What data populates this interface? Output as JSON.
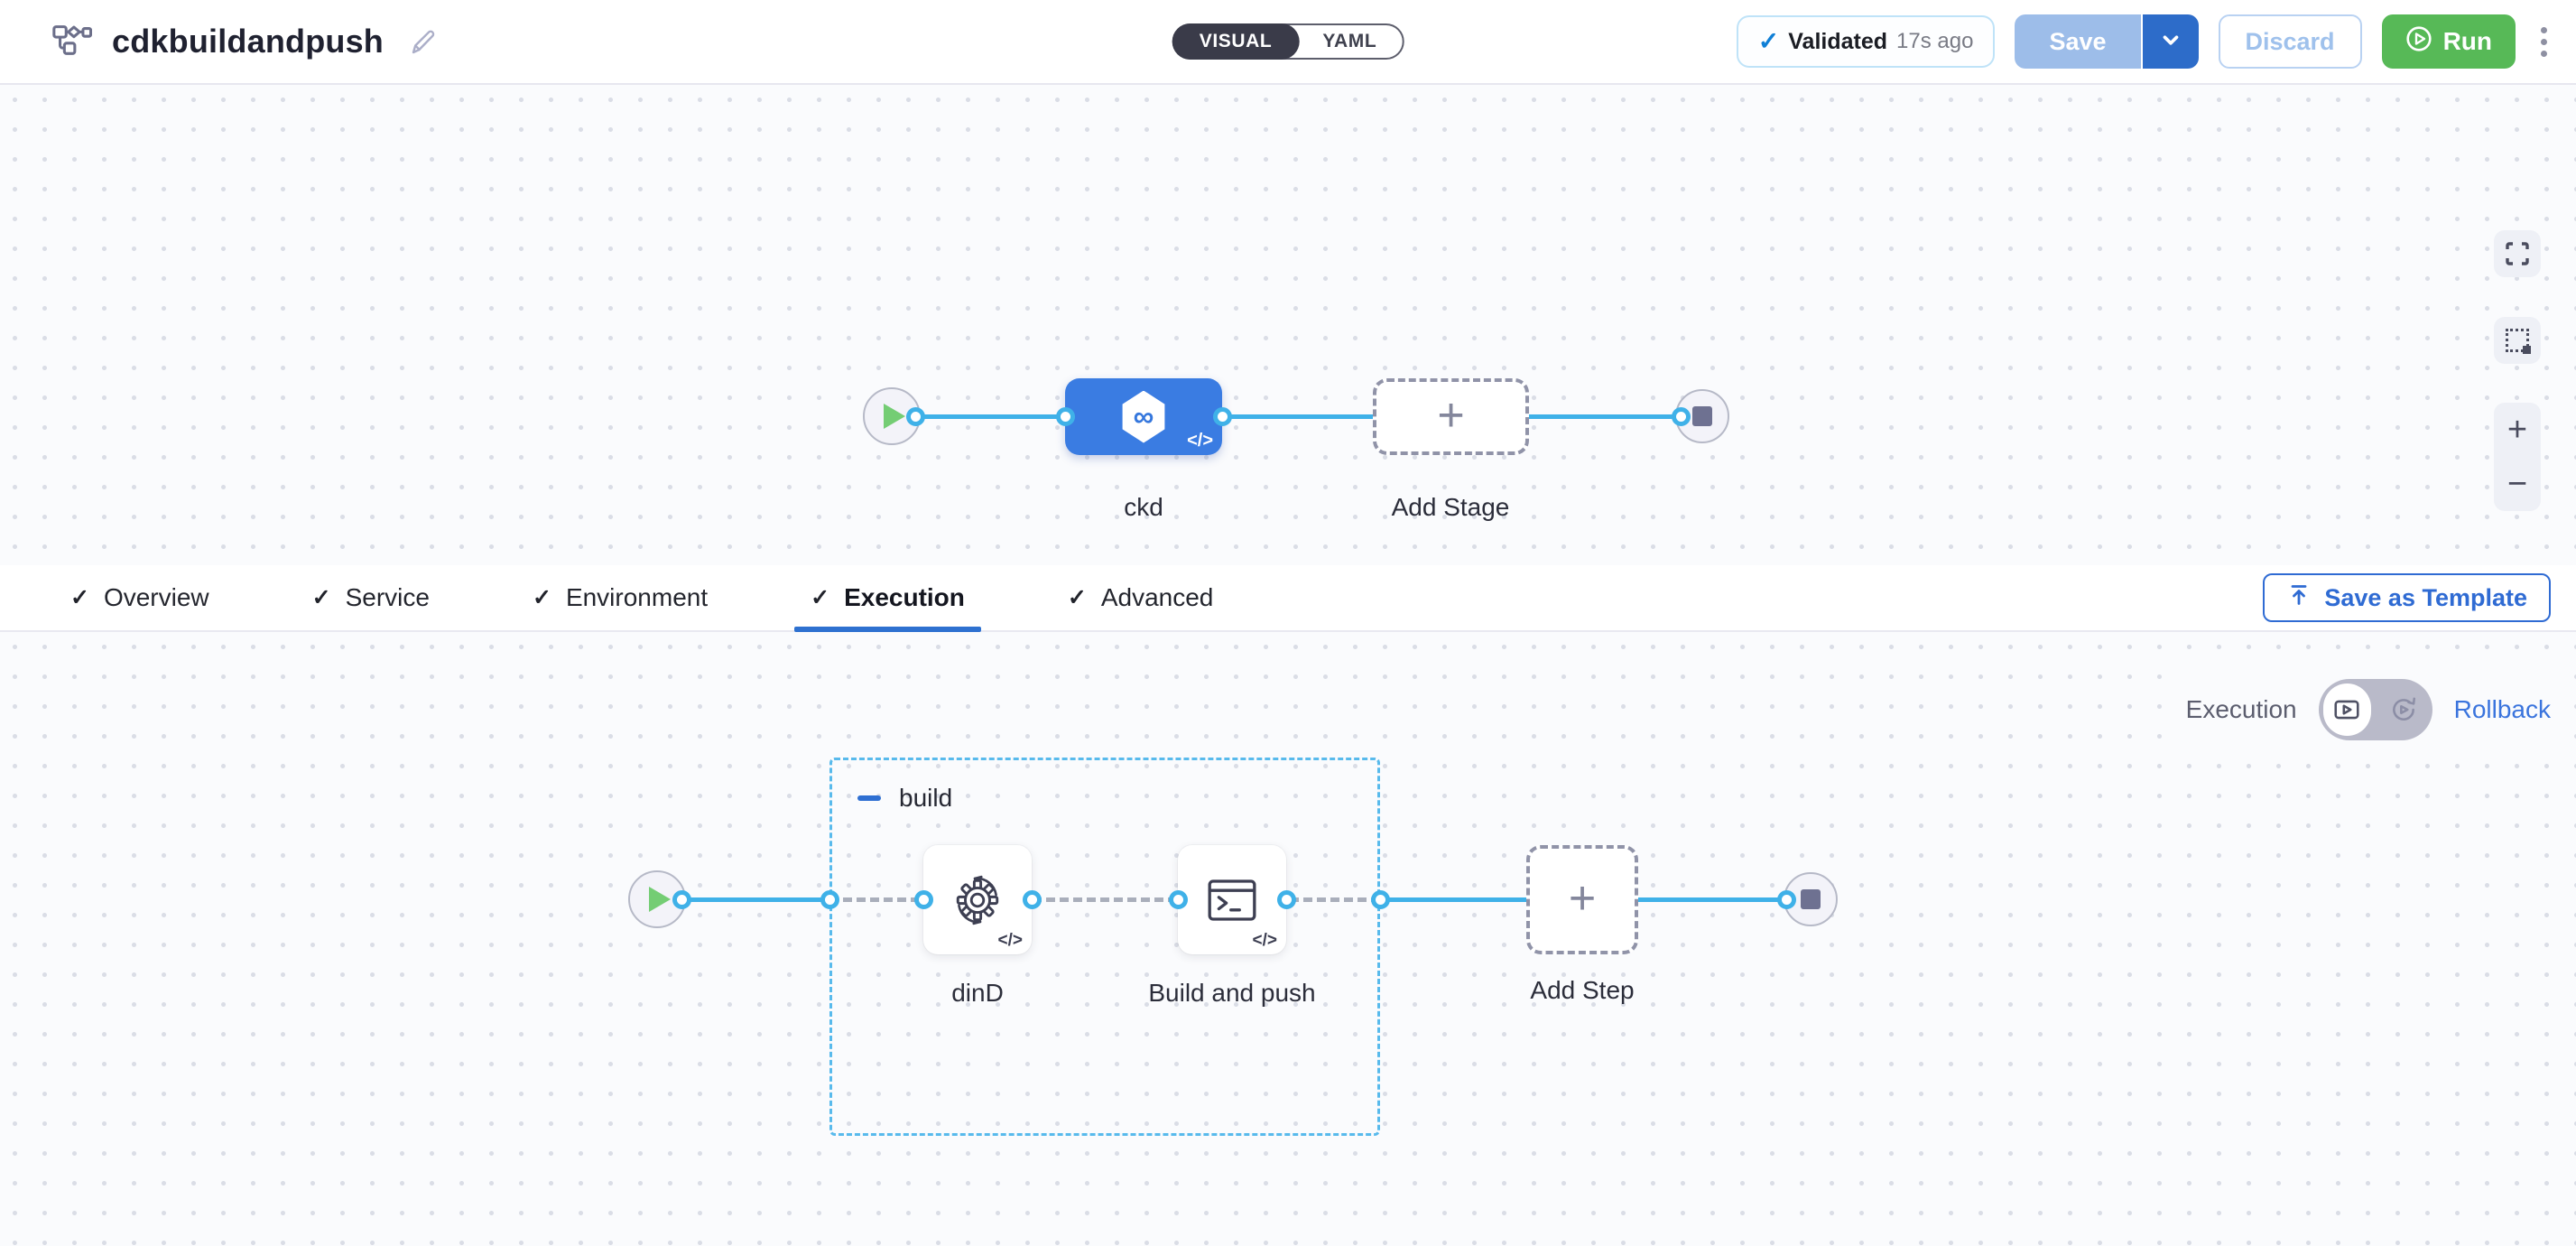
{
  "header": {
    "title": "cdkbuildandpush",
    "mode": {
      "visual": "VISUAL",
      "yaml": "YAML"
    },
    "validated": {
      "label": "Validated",
      "ago": "17s ago"
    },
    "buttons": {
      "save": "Save",
      "discard": "Discard",
      "run": "Run"
    }
  },
  "stage_canvas": {
    "stage_name": "ckd",
    "add_stage": "Add Stage"
  },
  "tabs": [
    {
      "label": "Overview"
    },
    {
      "label": "Service"
    },
    {
      "label": "Environment"
    },
    {
      "label": "Execution"
    },
    {
      "label": "Advanced"
    }
  ],
  "active_tab": "Execution",
  "template_button": "Save as Template",
  "execution": {
    "label": "Execution",
    "rollback": "Rollback",
    "group": "build",
    "steps": [
      "dinD",
      "Build and push"
    ],
    "add_step": "Add Step"
  },
  "glyphs": {
    "check": "✓",
    "plus": "+",
    "zoom_in": "+",
    "zoom_out": "−",
    "infinity": "∞",
    "code": "</>"
  },
  "colors": {
    "accent_blue": "#2e6fd2",
    "flow_blue": "#3fb1e8",
    "stage_blue": "#3a7ce2",
    "run_green": "#57b957",
    "toggle_dark": "#3a3b49"
  }
}
